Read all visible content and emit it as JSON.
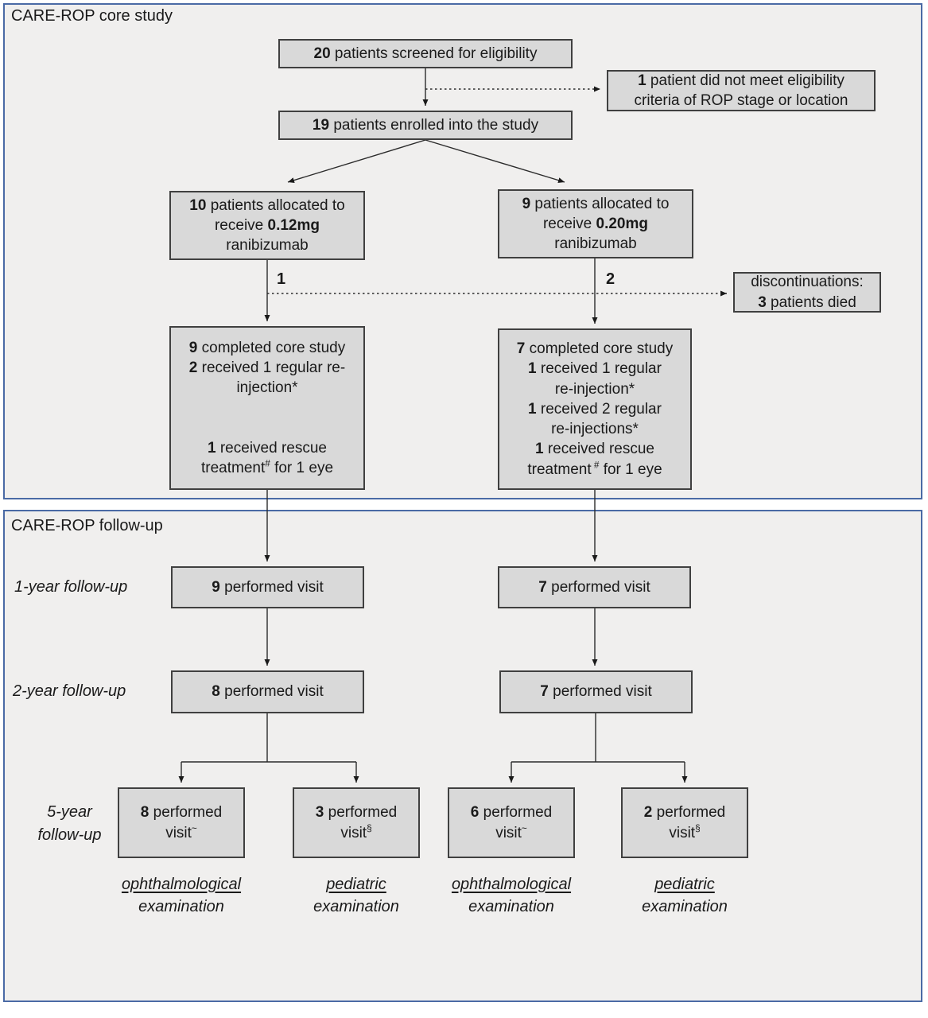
{
  "colors": {
    "panel_border": "#4a6aa5",
    "panel_bg": "#f0efee",
    "box_bg": "#d9d9d9",
    "box_border": "#404040",
    "ink": "#1a1a1a"
  },
  "panels": {
    "core": {
      "title": "CARE-ROP core study"
    },
    "followup": {
      "title": "CARE-ROP follow-up"
    }
  },
  "row_labels": {
    "year1": "1-year follow-up",
    "year2": "2-year follow-up",
    "year5": [
      "5-year",
      "follow-up"
    ]
  },
  "arm_labels": {
    "arm1": "1",
    "arm2": "2"
  },
  "boxes": {
    "screened": {
      "lines": [
        [
          {
            "t": "20",
            "b": 1
          },
          {
            "t": " patients screened for eligibility"
          }
        ]
      ]
    },
    "not_eligible": {
      "lines": [
        [
          {
            "t": "1",
            "b": 1
          },
          {
            "t": " patient did not meet eligibility"
          }
        ],
        [
          {
            "t": "criteria of ROP stage or location"
          }
        ]
      ]
    },
    "enrolled": {
      "lines": [
        [
          {
            "t": "19",
            "b": 1
          },
          {
            "t": " patients enrolled into the study"
          }
        ]
      ]
    },
    "alloc_012": {
      "lines": [
        [
          {
            "t": "10",
            "b": 1
          },
          {
            "t": " patients allocated to"
          }
        ],
        [
          {
            "t": "receive "
          },
          {
            "t": "0.12mg",
            "b": 1
          }
        ],
        [
          {
            "t": "ranibizumab"
          }
        ]
      ]
    },
    "alloc_020": {
      "lines": [
        [
          {
            "t": "9",
            "b": 1
          },
          {
            "t": " patients allocated to"
          }
        ],
        [
          {
            "t": "receive "
          },
          {
            "t": "0.20mg",
            "b": 1
          }
        ],
        [
          {
            "t": "ranibizumab"
          }
        ]
      ]
    },
    "discontinuations": {
      "lines": [
        [
          {
            "t": "discontinuations:"
          }
        ],
        [
          {
            "t": "3",
            "b": 1
          },
          {
            "t": " patients died"
          }
        ]
      ]
    },
    "completed_012": {
      "lines": [
        [
          {
            "t": "9",
            "b": 1
          },
          {
            "t": " completed core study"
          }
        ],
        [
          {
            "t": "2",
            "b": 1
          },
          {
            "t": " received 1 regular re-"
          }
        ],
        [
          {
            "t": "injection*"
          }
        ],
        [
          {
            "t": ""
          }
        ],
        [
          {
            "t": ""
          }
        ],
        [
          {
            "t": "1",
            "b": 1
          },
          {
            "t": " received rescue"
          }
        ],
        [
          {
            "t": "treatment"
          },
          {
            "t": "#",
            "sup": 1
          },
          {
            "t": " for 1 eye"
          }
        ]
      ]
    },
    "completed_020": {
      "lines": [
        [
          {
            "t": "7",
            "b": 1
          },
          {
            "t": " completed core study"
          }
        ],
        [
          {
            "t": "1",
            "b": 1
          },
          {
            "t": " received 1 regular"
          }
        ],
        [
          {
            "t": "re-injection*"
          }
        ],
        [
          {
            "t": "1",
            "b": 1
          },
          {
            "t": " received 2 regular"
          }
        ],
        [
          {
            "t": "re-injections*"
          }
        ],
        [
          {
            "t": "1",
            "b": 1
          },
          {
            "t": " received rescue"
          }
        ],
        [
          {
            "t": "treatment"
          },
          {
            "t": " #",
            "sup": 1
          },
          {
            "t": " for 1 eye"
          }
        ]
      ]
    },
    "year1_left": {
      "lines": [
        [
          {
            "t": "9",
            "b": 1
          },
          {
            "t": " performed visit"
          }
        ]
      ]
    },
    "year1_right": {
      "lines": [
        [
          {
            "t": "7",
            "b": 1
          },
          {
            "t": " performed visit"
          }
        ]
      ]
    },
    "year2_left": {
      "lines": [
        [
          {
            "t": "8",
            "b": 1
          },
          {
            "t": " performed visit"
          }
        ]
      ]
    },
    "year2_right": {
      "lines": [
        [
          {
            "t": "7",
            "b": 1
          },
          {
            "t": " performed visit"
          }
        ]
      ]
    },
    "year5_oph_left": {
      "lines": [
        [
          {
            "t": "8",
            "b": 1
          },
          {
            "t": " performed"
          }
        ],
        [
          {
            "t": "visit"
          },
          {
            "t": "~",
            "sup": 1
          }
        ]
      ]
    },
    "year5_ped_left": {
      "lines": [
        [
          {
            "t": "3",
            "b": 1
          },
          {
            "t": " performed"
          }
        ],
        [
          {
            "t": "visit"
          },
          {
            "t": "§",
            "sup": 1
          }
        ]
      ]
    },
    "year5_oph_right": {
      "lines": [
        [
          {
            "t": "6",
            "b": 1
          },
          {
            "t": " performed"
          }
        ],
        [
          {
            "t": "visit"
          },
          {
            "t": "~",
            "sup": 1
          }
        ]
      ]
    },
    "year5_ped_right": {
      "lines": [
        [
          {
            "t": "2",
            "b": 1
          },
          {
            "t": " performed"
          }
        ],
        [
          {
            "t": "visit"
          },
          {
            "t": "§",
            "sup": 1
          }
        ]
      ]
    }
  },
  "captions": {
    "ophthalmological": {
      "lines": [
        [
          {
            "t": "ophthalmological",
            "u": 1
          }
        ],
        [
          {
            "t": "examination"
          }
        ]
      ]
    },
    "pediatric": {
      "lines": [
        [
          {
            "t": "pediatric",
            "u": 1
          }
        ],
        [
          {
            "t": "examination"
          }
        ]
      ]
    }
  }
}
